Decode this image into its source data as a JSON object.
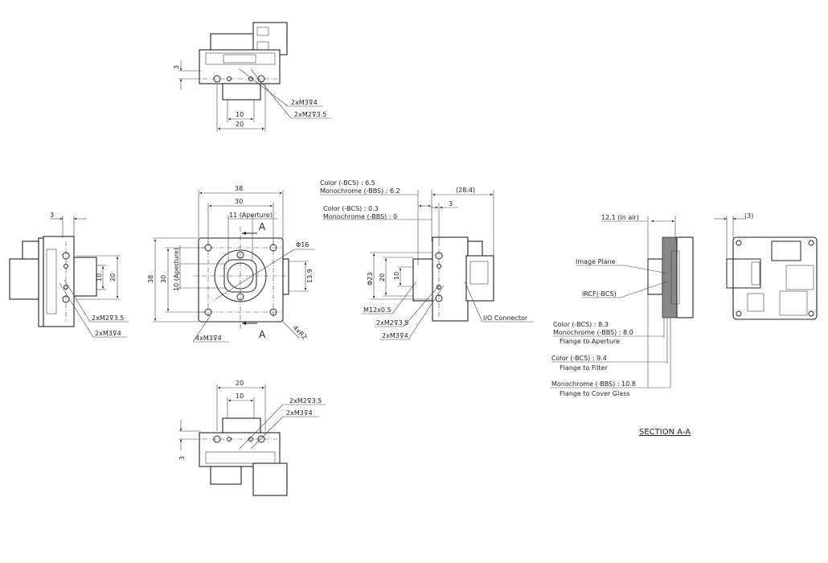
{
  "top_view": {
    "dim_offset": "3",
    "dim_inner": "10",
    "dim_outer": "20",
    "label_m3": "2xM3⊽4",
    "label_m2": "2xM2⊽3.5"
  },
  "left_view": {
    "dim_offset": "3",
    "dim_inner": "10",
    "dim_outer": "20",
    "label_m2": "2xM2⊽3.5",
    "label_m3": "2xM3⊽4"
  },
  "front_view": {
    "width_outer": "38",
    "width_holes": "30",
    "aperture_h": "11 (Aperture)",
    "height_outer": "38",
    "height_holes": "30",
    "aperture_v": "10 (Aperture)",
    "diameter": "Φ16",
    "connector_dim": "13.9",
    "section_mark_top": "A",
    "section_mark_bottom": "A",
    "holes_label": "4xM3⊽4",
    "radius_label": "4xR2"
  },
  "side_view": {
    "color_bcs_a": "Color (-BCS) : 6.5",
    "mono_bbs_a": "Monochrome (-BBS) : 6.2",
    "overall": "(28.4)",
    "dim_offset": "3",
    "color_bcs_b": "Color (-BCS) : 0.3",
    "mono_bbs_b": "Monochrome (-BBS) : 0",
    "diameter": "Φ23",
    "dim_outer": "20",
    "dim_inner": "10",
    "thread": "M12x0.5",
    "label_m2": "2xM2⊽3.5",
    "label_m3": "2xM3⊽4",
    "io_connector": "I/O Connector"
  },
  "section_view": {
    "in_air": "12.1 (in air)",
    "image_plane": "Image Plane",
    "ircf": "IRCF(-BCS)",
    "aperture_color": "Color (-BCS) : 8.3",
    "aperture_mono": "Monochrome (-BBS) : 8.0",
    "aperture_caption": "Flange to Aperture",
    "filter_color": "Color (-BCS) : 9.4",
    "filter_caption": "Flange to Filter",
    "glass_mono": "Monochrome (-BBS) : 10.8",
    "glass_caption": "Flange to Cover Glass",
    "title": "SECTION A-A"
  },
  "back_view": {
    "dim_offset": "(3)"
  }
}
